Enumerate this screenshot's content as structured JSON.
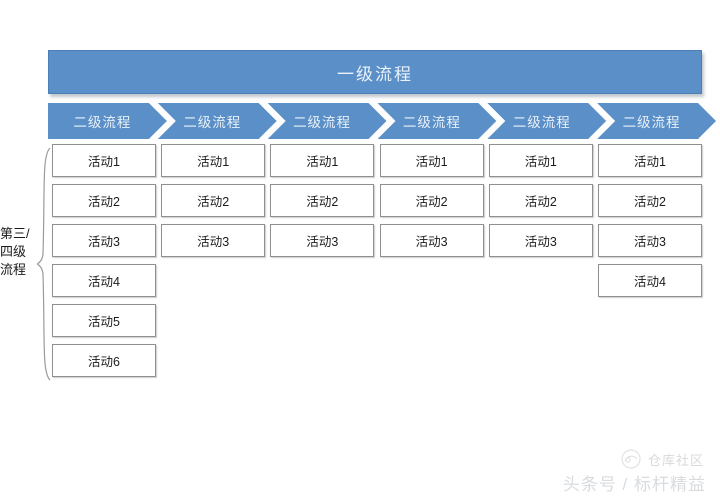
{
  "diagram": {
    "level1": {
      "label": "一级流程"
    },
    "level2": {
      "items": [
        {
          "label": "二级流程"
        },
        {
          "label": "二级流程"
        },
        {
          "label": "二级流程"
        },
        {
          "label": "二级流程"
        },
        {
          "label": "二级流程"
        },
        {
          "label": "二级流程"
        }
      ]
    },
    "level34": {
      "bracket_label_line1": "第三/",
      "bracket_label_line2": "四级",
      "bracket_label_line3": "流程",
      "columns": [
        {
          "activities": [
            "活动1",
            "活动2",
            "活动3",
            "活动4",
            "活动5",
            "活动6"
          ]
        },
        {
          "activities": [
            "活动1",
            "活动2",
            "活动3"
          ]
        },
        {
          "activities": [
            "活动1",
            "活动2",
            "活动3"
          ]
        },
        {
          "activities": [
            "活动1",
            "活动2",
            "活动3"
          ]
        },
        {
          "activities": [
            "活动1",
            "活动2",
            "活动3"
          ]
        },
        {
          "activities": [
            "活动1",
            "活动2",
            "活动3",
            "活动4"
          ]
        }
      ]
    }
  },
  "watermark": {
    "brand": "仓库社区",
    "credit": "头条号 / 标杆精益"
  },
  "colors": {
    "banner_blue": "#5b8fc7",
    "banner_border": "#4a7fb8",
    "banner_text": "#eaf2fb",
    "box_border": "#8f8f8f",
    "box_fill": "#ffffff",
    "page_background": "#ffffff"
  }
}
